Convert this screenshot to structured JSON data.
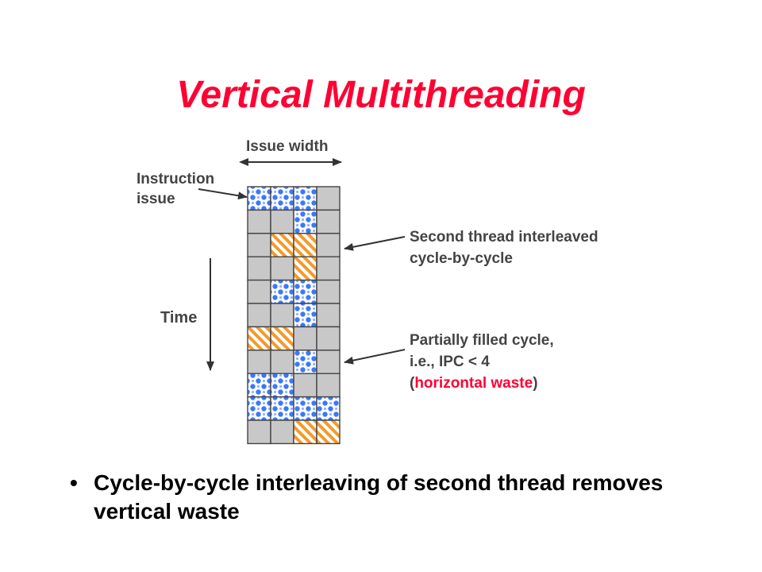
{
  "slide": {
    "title": "Vertical Multithreading",
    "bullet_symbol": "•",
    "bullet": "Cycle-by-cycle interleaving of second thread removes vertical waste"
  },
  "diagram": {
    "labels": {
      "issue_width": "Issue width",
      "instruction_issue_line1": "Instruction",
      "instruction_issue_line2": "issue",
      "time": "Time",
      "second_thread_line1": "Second thread interleaved",
      "second_thread_line2": "cycle-by-cycle",
      "partial_line1": "Partially filled cycle,",
      "partial_line2": "i.e., IPC < 4",
      "partial_line3_open": "(",
      "partial_line3_red": "horizontal waste",
      "partial_line3_close": ")"
    },
    "legend_colors": {
      "thread1": "#3b78ff",
      "thread2": "#f29a2e",
      "empty": "#c8c8c8",
      "highlight": "#ff0033"
    },
    "grid": [
      [
        "blue",
        "blue",
        "blue",
        "empty"
      ],
      [
        "empty",
        "empty",
        "blue",
        "empty"
      ],
      [
        "empty",
        "orange",
        "orange",
        "empty"
      ],
      [
        "empty",
        "empty",
        "orange",
        "empty"
      ],
      [
        "empty",
        "blue",
        "blue",
        "empty"
      ],
      [
        "empty",
        "empty",
        "blue",
        "empty"
      ],
      [
        "orange",
        "orange",
        "empty",
        "empty"
      ],
      [
        "empty",
        "empty",
        "blue",
        "empty"
      ],
      [
        "blue",
        "blue",
        "empty",
        "empty"
      ],
      [
        "blue",
        "blue",
        "blue",
        "blue"
      ],
      [
        "empty",
        "empty",
        "orange",
        "orange"
      ]
    ]
  }
}
